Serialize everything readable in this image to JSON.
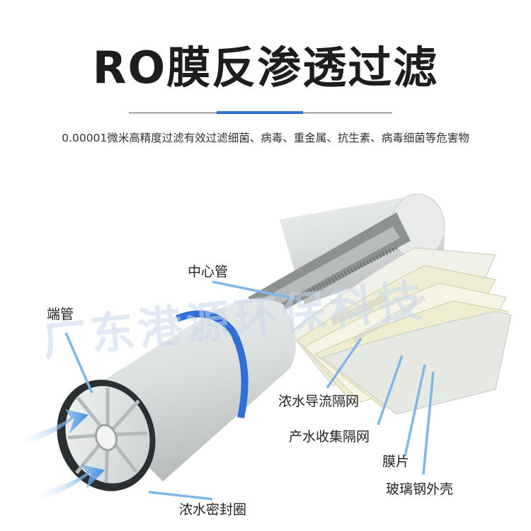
{
  "header": {
    "title": "RO膜反渗透过滤",
    "subtitle": "0.00001微米高精度过滤有效过滤细菌、病毒、重金属、抗生素、病毒细菌等危害物"
  },
  "labels": {
    "center_tube": "中心管",
    "end_tube": "端管",
    "concentrate_spacer": "浓水导流隔网",
    "permeate_spacer": "产水收集隔网",
    "membrane_sheet": "膜片",
    "fiberglass_shell": "玻璃钢外壳",
    "brine_seal": "浓水密封圈"
  },
  "watermark": "广东港源环保科技",
  "colors": {
    "accent_blue": "#2f6fd6",
    "shell_gray": "#d9dcdc",
    "membrane_cream": "#efeed4",
    "arrow_blue": "#3a8fe0",
    "pointer_blue": "#7fb8e8"
  }
}
